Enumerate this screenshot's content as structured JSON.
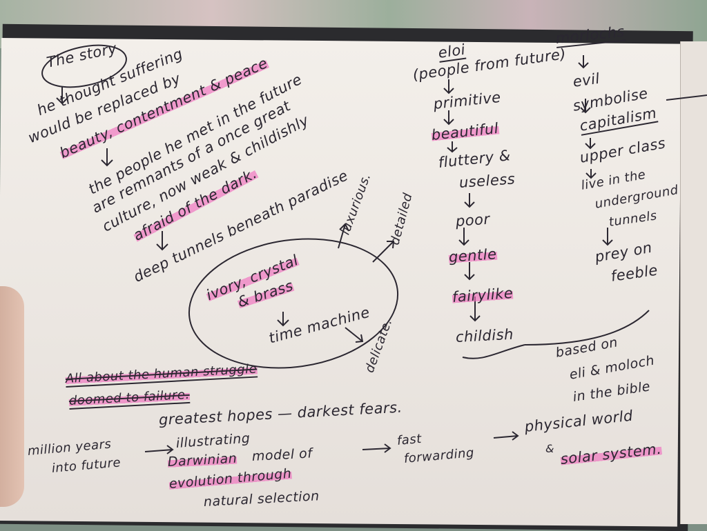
{
  "left_section": {
    "title": "The story",
    "lines": [
      "he thought suffering",
      "would be replaced by",
      "beauty, contentment & peace",
      "the people he met in the future",
      "are remnants of a once great",
      "culture, now weak & childishly",
      "afraid of the dark.",
      "deep tunnels beneath paradise"
    ]
  },
  "time_machine": {
    "center": "time machine",
    "material_line1": "ivory, crystal",
    "material_line2": "& brass",
    "branches": [
      "luxurious.",
      "detailed",
      "delicate."
    ]
  },
  "bottom": {
    "struck1": "All about the human struggle",
    "struck2": "doomed to failure.",
    "hopes": "greatest hopes — darkest fears.",
    "million1": "million years",
    "million2": "into future",
    "illustrating": "illustrating",
    "darwin1": "Darwinian",
    "darwin2": "model of",
    "evolution": "evolution through",
    "natural": "natural selection",
    "fast1": "fast",
    "fast2": "forwarding",
    "physical": "physical world",
    "amp": "&",
    "solar": "solar system."
  },
  "eloi": {
    "title": "eloi",
    "subtitle": "(people from future)",
    "items": [
      "primitive",
      "beautiful",
      "fluttery &",
      "useless",
      "poor",
      "gentle",
      "fairylike",
      "childish"
    ]
  },
  "morlochs": {
    "title": "morlochs",
    "items": [
      "evil",
      "symbolise",
      "capitalism",
      "upper class",
      "live in the",
      "underground",
      "tunnels",
      "prey on",
      "feeble"
    ]
  },
  "note": {
    "line1": "based on",
    "line2": "eli & moloch",
    "line3": "in the bible"
  },
  "colors": {
    "ink": "#2b2731",
    "highlight": "#f06ebe",
    "paper": "#f3efea"
  }
}
